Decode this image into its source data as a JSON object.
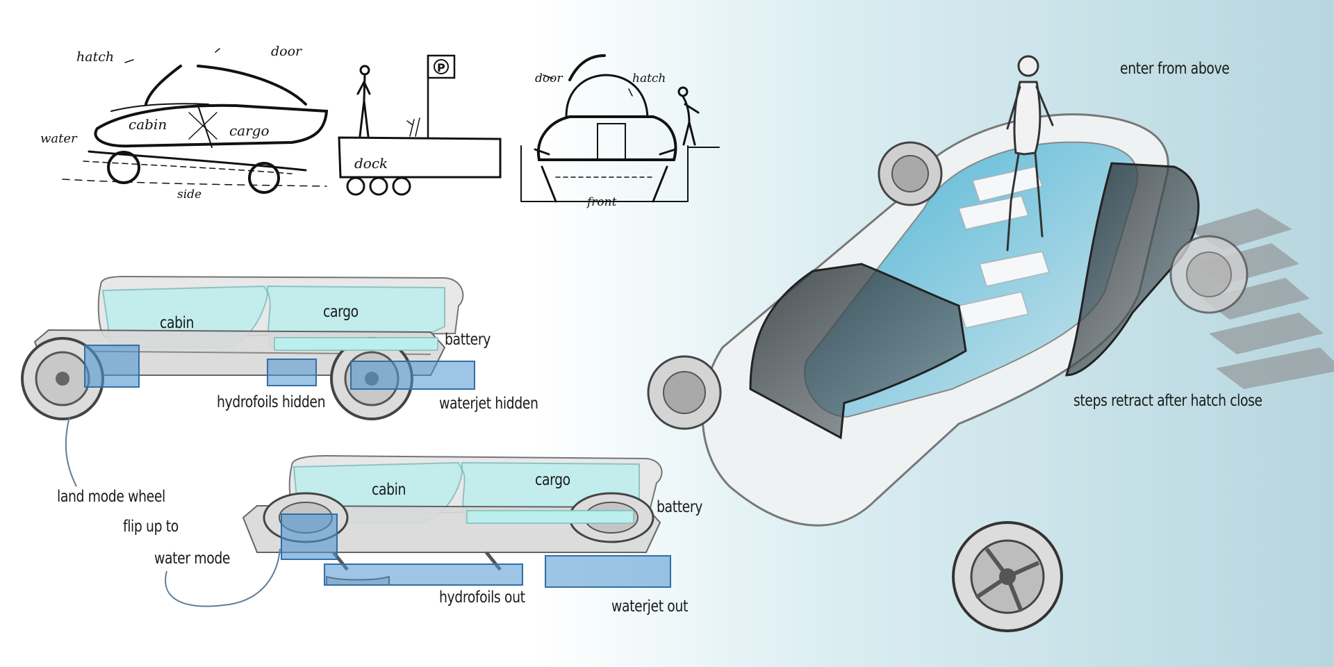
{
  "sketch_side": {
    "hatch": "hatch",
    "door": "door",
    "water": "water",
    "cabin": "cabin",
    "cargo": "cargo",
    "dock": "dock",
    "side": "side",
    "parking_sign": "P"
  },
  "sketch_front": {
    "door": "door",
    "hatch": "hatch",
    "front": "front"
  },
  "land_mode": {
    "cabin": "cabin",
    "cargo": "cargo",
    "battery": "battery",
    "hydrofoils": "hydrofoils hidden",
    "waterjet": "waterjet hidden",
    "wheel_line1": "land mode wheel",
    "wheel_line2": "flip up to",
    "wheel_line3": "water mode"
  },
  "water_mode": {
    "cabin": "cabin",
    "cargo": "cargo",
    "battery": "battery",
    "hydrofoils": "hydrofoils out",
    "waterjet": "waterjet out"
  },
  "render": {
    "enter": "enter from above",
    "steps": "steps retract after hatch close"
  },
  "colors": {
    "cabin_fill": "#bdeeee",
    "component_fill": "#4f95d0",
    "background_tint": "#c3dee6"
  }
}
